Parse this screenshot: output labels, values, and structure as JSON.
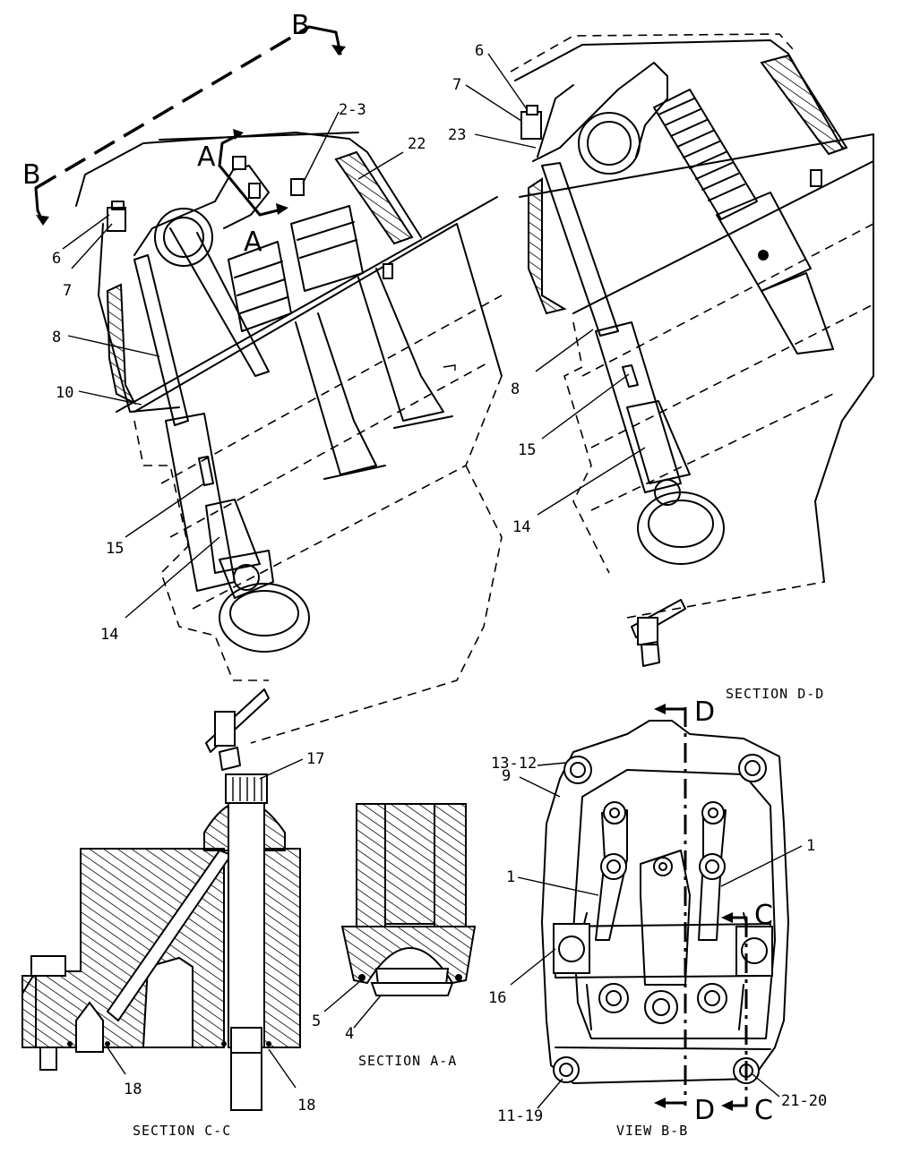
{
  "sections": {
    "cc": "SECTION C-C",
    "aa": "SECTION A-A",
    "dd": "SECTION D-D",
    "bb": "VIEW B-B"
  },
  "cut_letters": {
    "a": "A",
    "b": "B",
    "c": "C",
    "d": "D"
  },
  "callouts": {
    "c1": "1",
    "c23": "2-3",
    "c4": "4",
    "c5": "5",
    "c6": "6",
    "c7": "7",
    "c8": "8",
    "c9": "9",
    "c10": "10",
    "c1119": "11-19",
    "c1312": "13-12",
    "c14": "14",
    "c15": "15",
    "c16": "16",
    "c17": "17",
    "c18": "18",
    "c2120": "21-20",
    "c22": "22",
    "c23b": "23"
  }
}
